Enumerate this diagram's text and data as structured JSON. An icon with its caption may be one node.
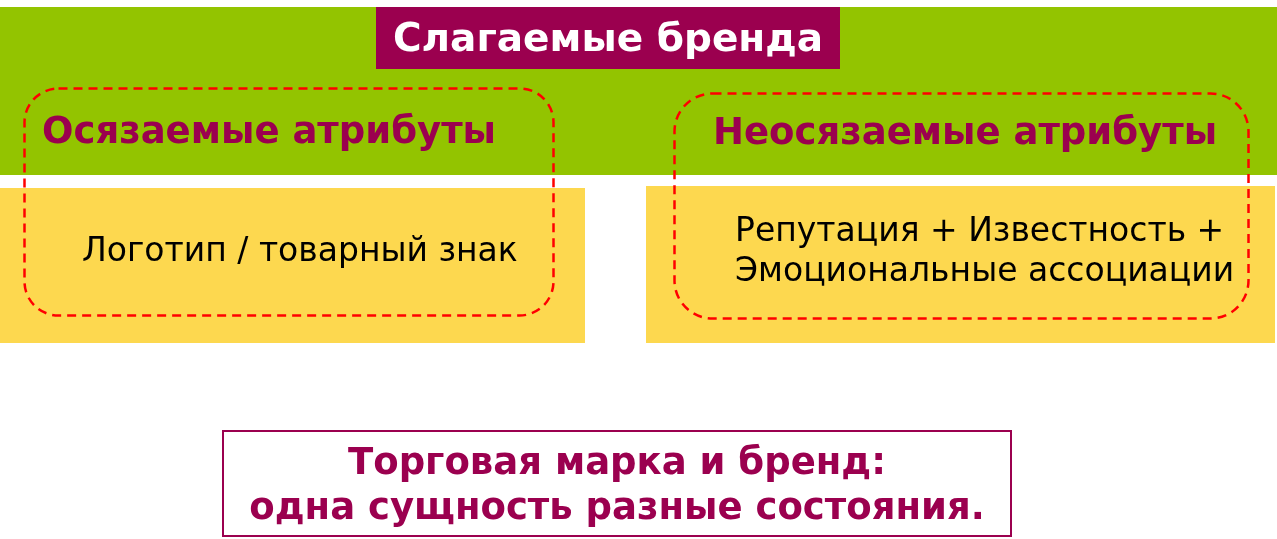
{
  "diagram": {
    "title": "Слагаемые бренда",
    "nodes": [
      {
        "text": [
          "Осязаемые атрибуты",
          "Логотип / товарный знак"
        ]
      },
      {
        "text": [
          "Неосязаемые атрибуты",
          "Репутация + Известность + Эмоциональные ассоциации"
        ]
      },
      {
        "text": [
          "Торговая марка и бренд: одна сущность разные состояния."
        ]
      }
    ]
  }
}
